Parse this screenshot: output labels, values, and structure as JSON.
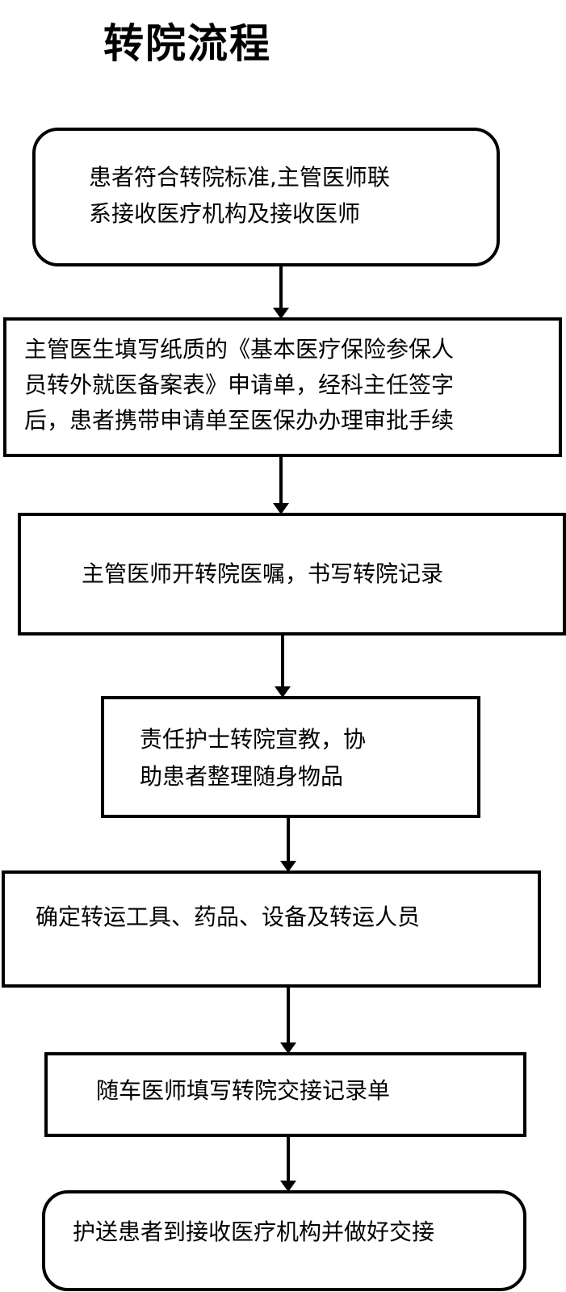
{
  "title": "转院流程",
  "steps": [
    "患者符合转院标准,主管医师联\n系接收医疗机构及接收医师",
    "主管医生填写纸质的《基本医疗保险参保人\n员转外就医备案表》申请单，经科主任签字\n后，患者携带申请单至医保办办理审批手续",
    "主管医师开转院医嘱，书写转院记录",
    "责任护士转院宣教，协\n助患者整理随身物品",
    "确定转运工具、药品、设备及转运人员",
    "随车医师填写转院交接记录单",
    "护送患者到接收医疗机构并做好交接"
  ]
}
